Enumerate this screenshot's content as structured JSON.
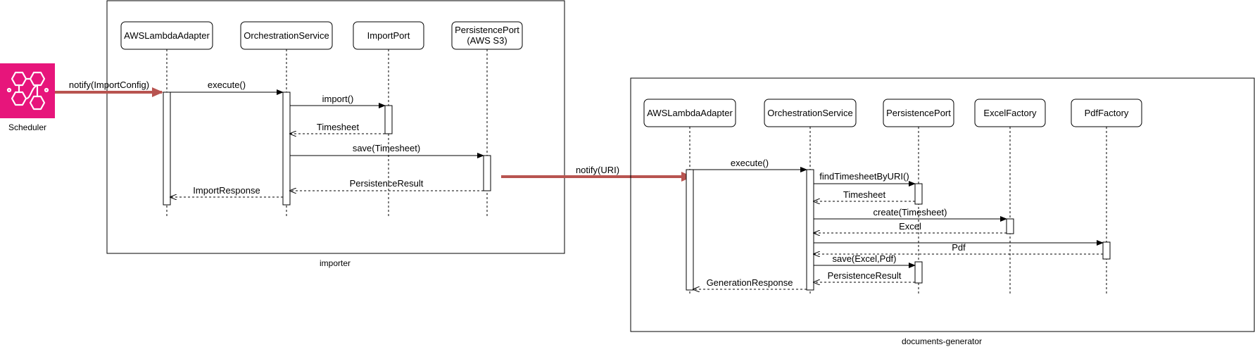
{
  "scheduler": {
    "label": "Scheduler",
    "icon": "eventbridge-scheduler-icon",
    "color": "#e7157b"
  },
  "importer": {
    "caption": "importer",
    "lifelines": {
      "lambda": "AWSLambdaAdapter",
      "orch": "OrchestrationService",
      "import": "ImportPort",
      "persist_1": "PersistencePort",
      "persist_2": "(AWS S3)"
    },
    "messages": {
      "notify": "notify(ImportConfig)",
      "execute": "execute()",
      "import": "import()",
      "timesheet": "Timesheet",
      "save": "save(Timesheet)",
      "persistence_result": "PersistenceResult",
      "import_response": "ImportResponse"
    }
  },
  "generator": {
    "caption": "documents-generator",
    "lifelines": {
      "lambda": "AWSLambdaAdapter",
      "orch": "OrchestrationService",
      "persist": "PersistencePort",
      "excel": "ExcelFactory",
      "pdf": "PdfFactory"
    },
    "messages": {
      "notify": "notify(URI)",
      "execute": "execute()",
      "find": "findTimesheetByURI()",
      "timesheet": "Timesheet",
      "create": "create(Timesheet)",
      "excel": "Excel",
      "pdf": "Pdf",
      "save": "save(Excel,Pdf)",
      "persistence_result": "PersistenceResult",
      "generation_response": "GenerationResponse"
    }
  },
  "colors": {
    "trigger_arrow": "#b85450",
    "line": "#000000"
  }
}
